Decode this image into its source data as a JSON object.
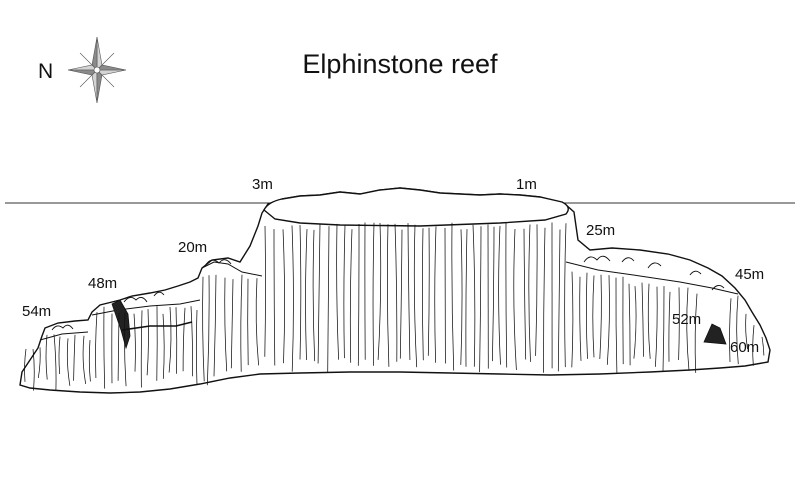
{
  "title": "Elphinstone reef",
  "compass": {
    "label": "N",
    "icon": "compass-rose-icon"
  },
  "depths": [
    {
      "id": "depth-3m",
      "text": "3m"
    },
    {
      "id": "depth-1m",
      "text": "1m"
    },
    {
      "id": "depth-25m",
      "text": "25m"
    },
    {
      "id": "depth-20m",
      "text": "20m"
    },
    {
      "id": "depth-45m",
      "text": "45m"
    },
    {
      "id": "depth-48m",
      "text": "48m"
    },
    {
      "id": "depth-54m",
      "text": "54m"
    },
    {
      "id": "depth-52m",
      "text": "52m"
    },
    {
      "id": "depth-60m",
      "text": "60m"
    }
  ],
  "colors": {
    "ink": "#111111",
    "background": "#ffffff",
    "compass_dark": "#8a8a8a",
    "compass_light": "#d4d4d4"
  }
}
